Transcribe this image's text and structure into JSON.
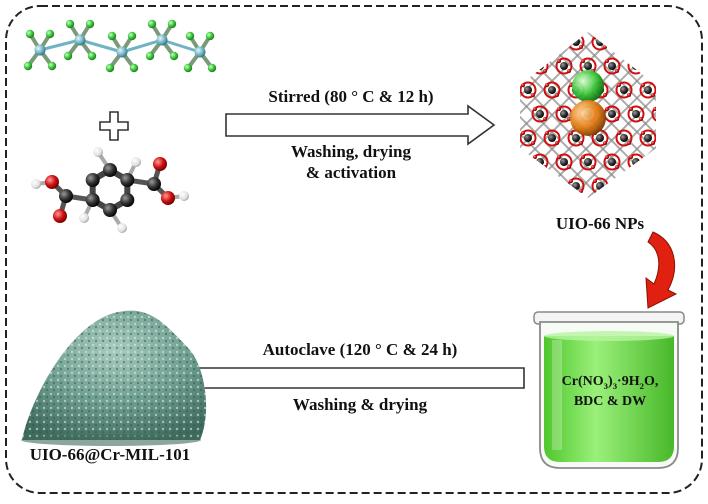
{
  "step1": {
    "arrow_top": "Stirred (80 ° C & 12 h)",
    "arrow_bottom_line1": "Washing, drying",
    "arrow_bottom_line2": "& activation"
  },
  "product1": {
    "label": "UIO-66 NPs"
  },
  "beaker": {
    "line1_parts": [
      "Cr(NO",
      "3",
      ")",
      "3",
      "·9H",
      "2",
      "O,"
    ],
    "line2": "BDC & DW"
  },
  "step2": {
    "arrow_top": "Autoclave  (120 ° C & 24 h)",
    "arrow_bottom": "Washing & drying"
  },
  "product2": {
    "label": "UIO-66@Cr-MIL-101"
  },
  "colors": {
    "border": "#222222",
    "arrow_fill": "#ffffff",
    "curved_arrow": "#e02010",
    "zr_atom": "#6fb3c4",
    "cl_atom": "#3cc43c",
    "oxygen": "#d01010",
    "carbon": "#303030",
    "hydrogen": "#e8e8e8",
    "solution": "#6ee04a",
    "powder": "#6e9e90"
  }
}
